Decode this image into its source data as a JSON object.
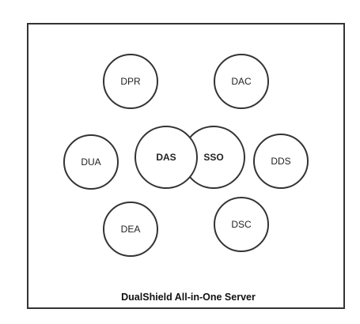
{
  "container": {
    "caption": "DualShield All-in-One Server"
  },
  "nodes": [
    {
      "id": "dpr",
      "label": "DPR",
      "bold": false
    },
    {
      "id": "dac",
      "label": "DAC",
      "bold": false
    },
    {
      "id": "dua",
      "label": "DUA",
      "bold": false
    },
    {
      "id": "dds",
      "label": "DDS",
      "bold": false
    },
    {
      "id": "dea",
      "label": "DEA",
      "bold": false
    },
    {
      "id": "dsc",
      "label": "DSC",
      "bold": false
    },
    {
      "id": "sso",
      "label": "SSO",
      "bold": true
    },
    {
      "id": "das",
      "label": "DAS",
      "bold": true
    }
  ],
  "colors": {
    "stroke": "#333333",
    "fill": "#ffffff",
    "text": "#222222"
  }
}
